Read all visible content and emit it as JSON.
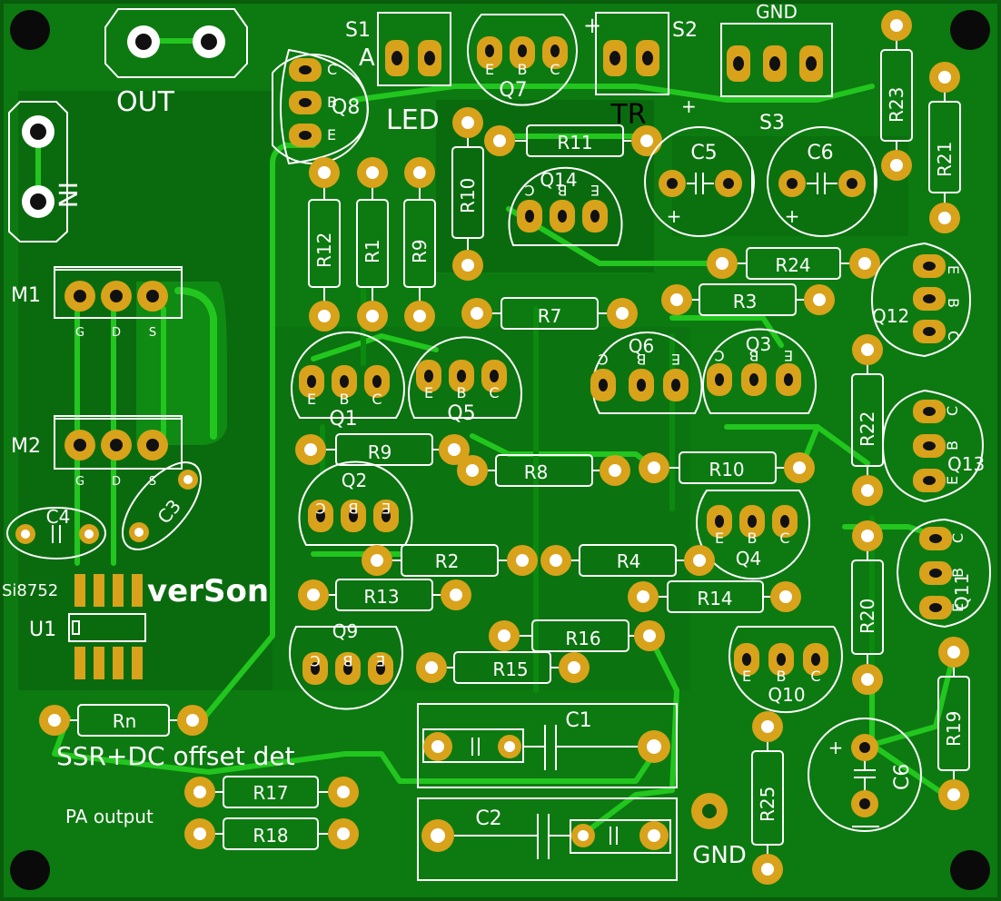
{
  "board": {
    "labels": {
      "out": "OUT",
      "in": "IN",
      "led": "LED",
      "tr": "TR",
      "gnd_top": "GND",
      "gnd_bottom": "GND",
      "s1": "S1",
      "s1_a": "A",
      "s2": "S2",
      "s3": "S3",
      "plus_top": "+",
      "plus_s3": "+",
      "m1": "M1",
      "m2": "M2",
      "u1": "U1",
      "si8752": "Si8752",
      "verson": "verSon",
      "ssr": "SSR+DC offset det",
      "pa_output": "PA output"
    },
    "pin_gds": [
      "G",
      "D",
      "S"
    ],
    "transistors": [
      {
        "ref": "Q1",
        "pins": [
          "E",
          "B",
          "C"
        ]
      },
      {
        "ref": "Q2",
        "pins": [
          "C",
          "B",
          "E"
        ]
      },
      {
        "ref": "Q3",
        "pins": [
          "C",
          "B",
          "E"
        ]
      },
      {
        "ref": "Q4",
        "pins": [
          "E",
          "B",
          "C"
        ]
      },
      {
        "ref": "Q5",
        "pins": [
          "E",
          "B",
          "C"
        ]
      },
      {
        "ref": "Q6",
        "pins": [
          "C",
          "B",
          "E"
        ]
      },
      {
        "ref": "Q7",
        "pins": [
          "E",
          "B",
          "C"
        ]
      },
      {
        "ref": "Q8",
        "pins": [
          "C",
          "B",
          "E"
        ]
      },
      {
        "ref": "Q9",
        "pins": [
          "C",
          "B",
          "E"
        ]
      },
      {
        "ref": "Q10",
        "pins": [
          "E",
          "B",
          "C"
        ]
      },
      {
        "ref": "Q11",
        "pins": [
          "C",
          "B",
          "E"
        ]
      },
      {
        "ref": "Q12",
        "pins": [
          "E",
          "B",
          "C"
        ]
      },
      {
        "ref": "Q13",
        "pins": [
          "C",
          "B",
          "E"
        ]
      },
      {
        "ref": "Q14",
        "pins": [
          "C",
          "B",
          "E"
        ]
      }
    ],
    "resistors": [
      "R1",
      "R2",
      "R3",
      "R4",
      "R7",
      "R8",
      "R9",
      "R9",
      "R10",
      "R10",
      "R11",
      "R12",
      "R13",
      "R14",
      "R15",
      "R16",
      "R17",
      "R18",
      "R19",
      "R20",
      "R21",
      "R22",
      "R23",
      "R24",
      "R25",
      "Rn"
    ],
    "capacitors": [
      "C1",
      "C2",
      "C3",
      "C4",
      "C5",
      "C6",
      "C6"
    ],
    "cap_plus": "+"
  }
}
